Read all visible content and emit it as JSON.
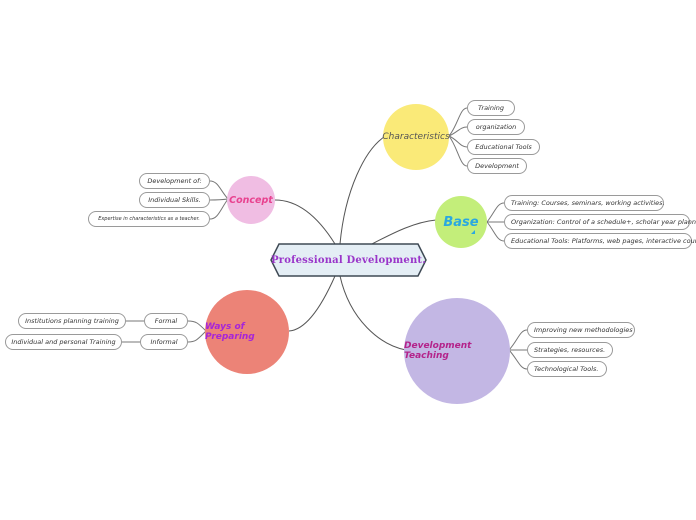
{
  "central": {
    "label": "Professional Development."
  },
  "concept": {
    "label": "Concept",
    "items": [
      "Development of:",
      "Individual Skills.",
      "Expertise in characteristics as a teacher."
    ]
  },
  "characteristics": {
    "label": "Characteristics",
    "items": [
      "Training",
      "organization",
      "Educational Tools",
      "Development"
    ]
  },
  "base": {
    "label": "Base",
    "items": [
      "Training: Courses, seminars, working activities.",
      "Organization: Control of a schedule+, scholar year planning.",
      "Educational Tools: Platforms, web pages, interactive courses."
    ]
  },
  "ways": {
    "label": "Ways of Preparing",
    "formal": "Formal",
    "formal_item": "Institutions planning training",
    "informal": "Informal",
    "informal_item": "Individual and personal Training"
  },
  "teaching": {
    "label": "Development Teaching",
    "items": [
      "Improving new methodologies",
      "Strategies, resources.",
      "Technological Tools."
    ]
  },
  "colors": {
    "concept_fill": "#f0bde3",
    "concept_text": "#e8428f",
    "characteristics_fill": "#faea78",
    "characteristics_text": "#555555",
    "base_fill": "#c3ee7a",
    "base_text": "#2aa8e0",
    "ways_fill": "#ec8377",
    "ways_text": "#a625d8",
    "teaching_fill": "#c3b7e4",
    "teaching_text": "#b4238a",
    "central_fill": "#e4eef5",
    "central_border": "#3f4a55"
  }
}
